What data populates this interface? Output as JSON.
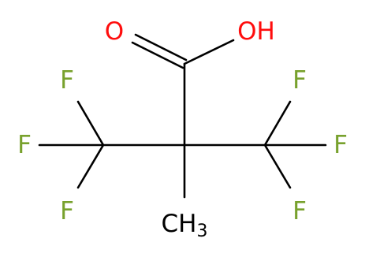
{
  "molecule": {
    "atoms": {
      "oxygen_double": "O",
      "hydroxyl": "OH",
      "f_left_top": "F",
      "f_left_mid": "F",
      "f_left_bottom": "F",
      "f_right_top": "F",
      "f_right_mid": "F",
      "f_right_bottom": "F",
      "methyl_c": "CH",
      "methyl_subscript": "3"
    },
    "colors": {
      "oxygen": "#ff0d0d",
      "fluorine": "#78a12d",
      "carbon": "#000000",
      "bond": "#000000"
    }
  }
}
